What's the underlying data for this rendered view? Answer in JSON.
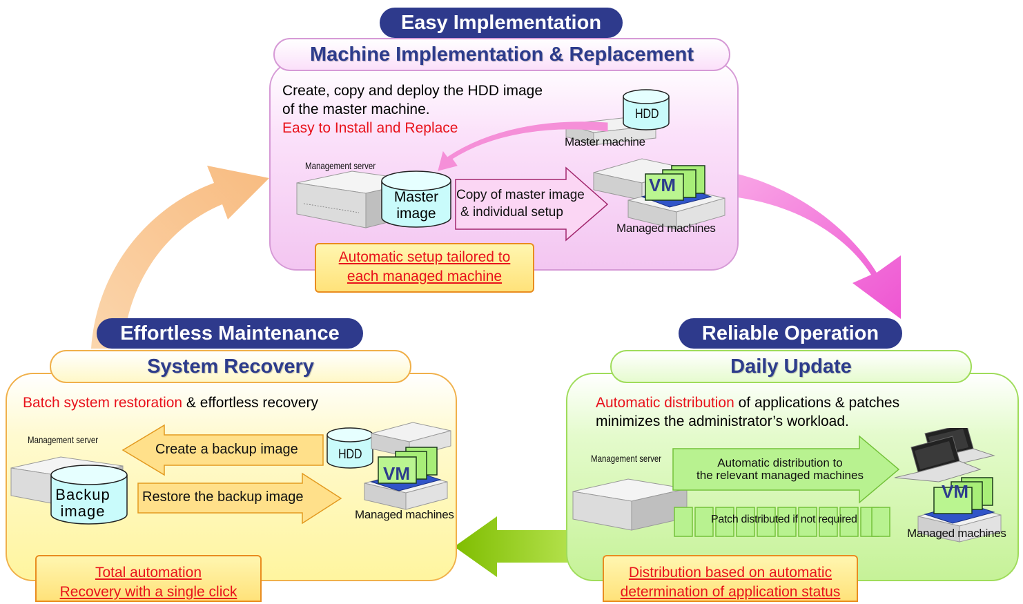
{
  "top": {
    "pill": "Easy Implementation",
    "subtitle": "Machine Implementation & Replacement",
    "desc_line1": "Create, copy and deploy the HDD image",
    "desc_line2": "of the master machine.",
    "desc_highlight": "Easy to Install and Replace",
    "hdd_label": "HDD",
    "master_machine_label": "Master machine",
    "mgmt_server_label": "Management server",
    "master_image_line1": "Master",
    "master_image_line2": "image",
    "copy_arrow_line1": "Copy of master image",
    "copy_arrow_line2": "& individual setup",
    "vm_label": "VM",
    "managed_label": "Managed machines",
    "callout_line1": "Automatic setup tailored to",
    "callout_line2": "each managed machine"
  },
  "left": {
    "pill": "Effortless Maintenance",
    "subtitle": "System Recovery",
    "desc_highlight": "Batch system restoration",
    "desc_rest": " & effortless recovery",
    "mgmt_server_label": "Management server",
    "create_arrow": "Create a backup image",
    "restore_arrow": "Restore the backup image",
    "hdd_label": "HDD",
    "vm_label": "VM",
    "managed_label": "Managed machines",
    "backup_line1": "Backup",
    "backup_line2": "image",
    "callout_line1": "Total automation",
    "callout_line2": "Recovery with a single click"
  },
  "right": {
    "pill": "Reliable Operation",
    "subtitle": "Daily Update",
    "desc_highlight": "Automatic distribution",
    "desc_rest": " of applications & patches",
    "desc_line2": "minimizes the administrator’s workload.",
    "mgmt_server_label": "Management server",
    "dist_arrow_line1": "Automatic distribution to",
    "dist_arrow_line2": "the relevant managed machines",
    "patch_label": "Patch distributed if not required",
    "vm_label": "VM",
    "managed_label": "Managed machines",
    "callout_line1": "Distribution based on automatic",
    "callout_line2": "determination of application status"
  },
  "colors": {
    "pill": "#2e3a8c",
    "subtitle_text": "#2d3c8c",
    "highlight_red": "#e8121b",
    "top_panel": "#f9d6f7",
    "left_panel": "#fff9bf",
    "right_panel": "#d9f8b8",
    "cycle_arrow_pink": "#f575d8",
    "cycle_arrow_green": "#8ac400",
    "cycle_arrow_peach": "#f9c590"
  }
}
